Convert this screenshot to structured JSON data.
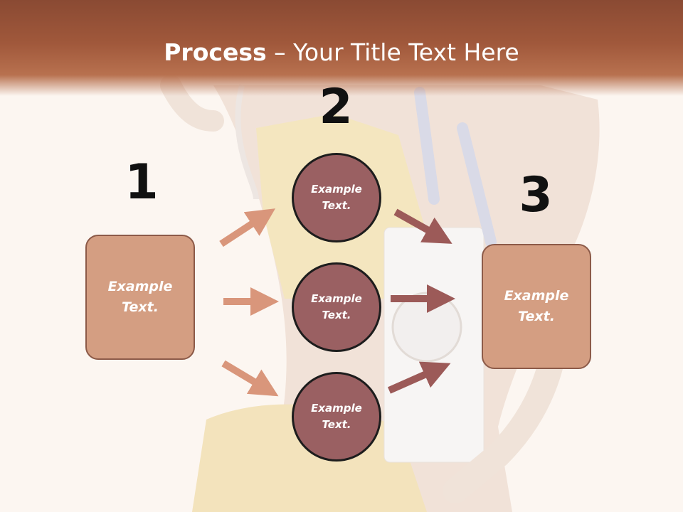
{
  "title": {
    "bold": "Process",
    "rest": " – Your Title Text Here"
  },
  "steps": {
    "one": {
      "number": "1",
      "text": "Example Text."
    },
    "two": {
      "number": "2"
    },
    "three": {
      "number": "3",
      "text": "Example Text."
    }
  },
  "circles": [
    {
      "text": "Example Text."
    },
    {
      "text": "Example Text."
    },
    {
      "text": "Example Text."
    }
  ],
  "colors": {
    "header": "#a0583b",
    "box_fill": "#d49e82",
    "circle_fill": "#9a6062",
    "arrow_light": "#d9967b",
    "arrow_dark": "#9c5a58"
  }
}
